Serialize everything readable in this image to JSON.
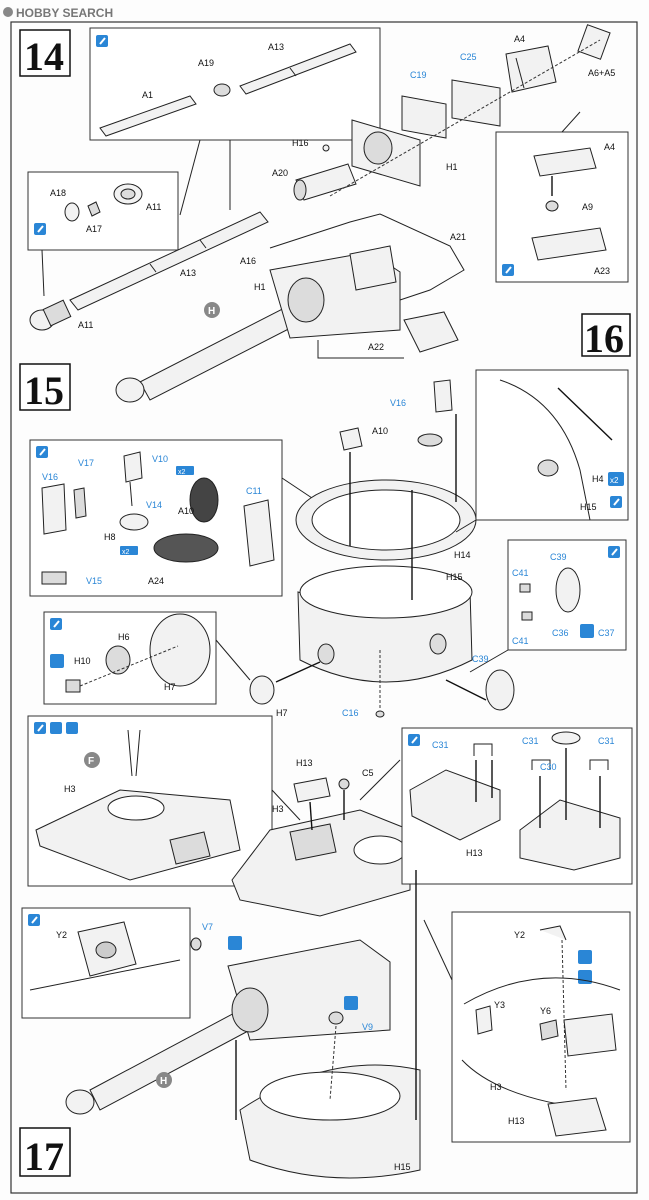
{
  "watermark": "HOBBY SEARCH",
  "steps": {
    "s14": "14",
    "s15": "15",
    "s16": "16",
    "s17": "17"
  },
  "symbols": {
    "glue": "glue-icon",
    "fixed": "cement-icon",
    "optional": "choice-icon",
    "marker_h": "H",
    "marker_f": "F"
  },
  "badges": {
    "x2_a": "x2",
    "x2_b": "x2",
    "x2_c": "x2"
  },
  "labels_black": {
    "a13_top": "A13",
    "a19": "A19",
    "a1": "A1",
    "a4_top": "A4",
    "a6a5": "A6+A5",
    "h16": "H16",
    "h1_top": "H1",
    "a20": "A20",
    "a18": "A18",
    "a11_inset": "A11",
    "a17": "A17",
    "a13_mid": "A13",
    "a11_gun": "A11",
    "a16": "A16",
    "a21": "A21",
    "h1_mid": "H1",
    "a22": "A22",
    "a4_inset": "A4",
    "a9": "A9",
    "a23": "A23",
    "a10_top": "A10",
    "h4": "H4",
    "h15_16": "H15",
    "h14": "H14",
    "h15_ring": "H15",
    "a10_l": "A10",
    "h8": "H8",
    "a24": "A24",
    "h6": "H6",
    "h10": "H10",
    "h7_inset": "H7",
    "h7": "H7",
    "h3_left": "H3",
    "h13_top": "H13",
    "h3_mid": "H3",
    "c5": "C5",
    "h13_right": "H13",
    "y2_left": "Y2",
    "y2_right": "Y2",
    "y3": "Y3",
    "y6": "Y6",
    "h3_right": "H3",
    "h13_bottom": "H13",
    "h15_bottom": "H15"
  },
  "labels_blue": {
    "c19": "C19",
    "c25": "C25",
    "v16_top": "V16",
    "v16_l": "V16",
    "v17": "V17",
    "v10": "V10",
    "v14": "V14",
    "c11": "C11",
    "v15": "V15",
    "c39_top": "C39",
    "c41_a": "C41",
    "c41_b": "C41",
    "c36": "C36",
    "c37": "C37",
    "c39_b": "C39",
    "c16": "C16",
    "c31_a": "C31",
    "c31_b": "C31",
    "c31_c": "C31",
    "c30": "C30",
    "v7": "V7",
    "v9": "V9"
  }
}
